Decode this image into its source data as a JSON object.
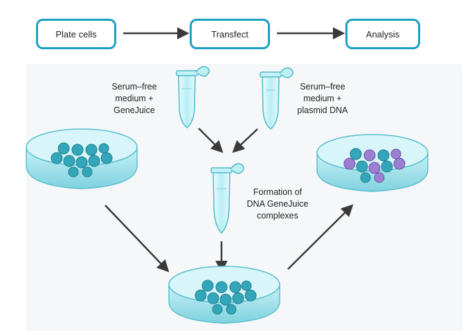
{
  "workflow": {
    "steps": [
      "Plate cells",
      "Transfect",
      "Analysis"
    ]
  },
  "tubes": {
    "left_label": [
      "Serum–free",
      "medium +",
      "GeneJuice"
    ],
    "right_label": [
      "Serum–free",
      "medium +",
      "plasmid DNA"
    ],
    "center_label": [
      "Formation of",
      "DNA GeneJuice",
      "complexes"
    ]
  },
  "colors": {
    "step_border": "#1aa0c2",
    "dish": "#9fe0ea",
    "cell": "#2f9fb3",
    "transfected_cell": "#9d7fd1",
    "arrow": "#3a3a3a"
  }
}
